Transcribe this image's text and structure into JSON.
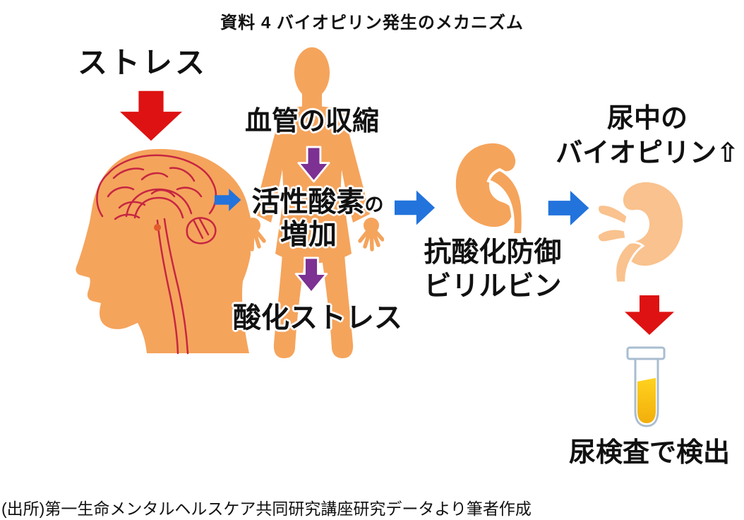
{
  "title": "資料 4 バイオピリン発生のメカニズム",
  "flow": {
    "stress_label": "ストレス",
    "step_vasoconstriction": "血管の収縮",
    "step_reactive_oxygen": "活性酸素",
    "step_reactive_oxygen_particle": "の",
    "step_increase": "増加",
    "step_oxidative_stress": "酸化ストレス",
    "kidney_caption_line1": "抗酸化防御",
    "kidney_caption_line2": "ビリルビン",
    "urine_caption_line1": "尿中の",
    "urine_caption_line2": "バイオピリン⇧",
    "detection_label": "尿検査で検出"
  },
  "source_note": "(出所)第一生命メンタルヘルスケア共同研究講座研究データより筆者作成",
  "icons": {
    "stress_arrow": "red-down-arrow",
    "body_step_arrows": "purple-down-arrow",
    "flow_arrows": "blue-right-arrow",
    "urine_up_arrow_glyph": "⇧",
    "head": "head-with-brain-illustration",
    "body": "human-body-silhouette",
    "kidney_left": "kidney-illustration",
    "kidney_right": "kidney-illustration-mirrored",
    "test_tube": "urine-test-tube"
  },
  "colors": {
    "figure_orange": "#F5A45C",
    "kidney_light_orange": "#F9C28E",
    "arrow_red": "#DE1212",
    "arrow_blue": "#2273DC",
    "arrow_purple": "#7C3193",
    "brain_line_red": "#C62641",
    "pituitary_orange": "#E25A2D",
    "tube_outline": "#A9BDD0",
    "urine_yellow_top": "#FFD21E",
    "urine_yellow_bottom": "#F2AE0C",
    "text_black": "#111111"
  }
}
